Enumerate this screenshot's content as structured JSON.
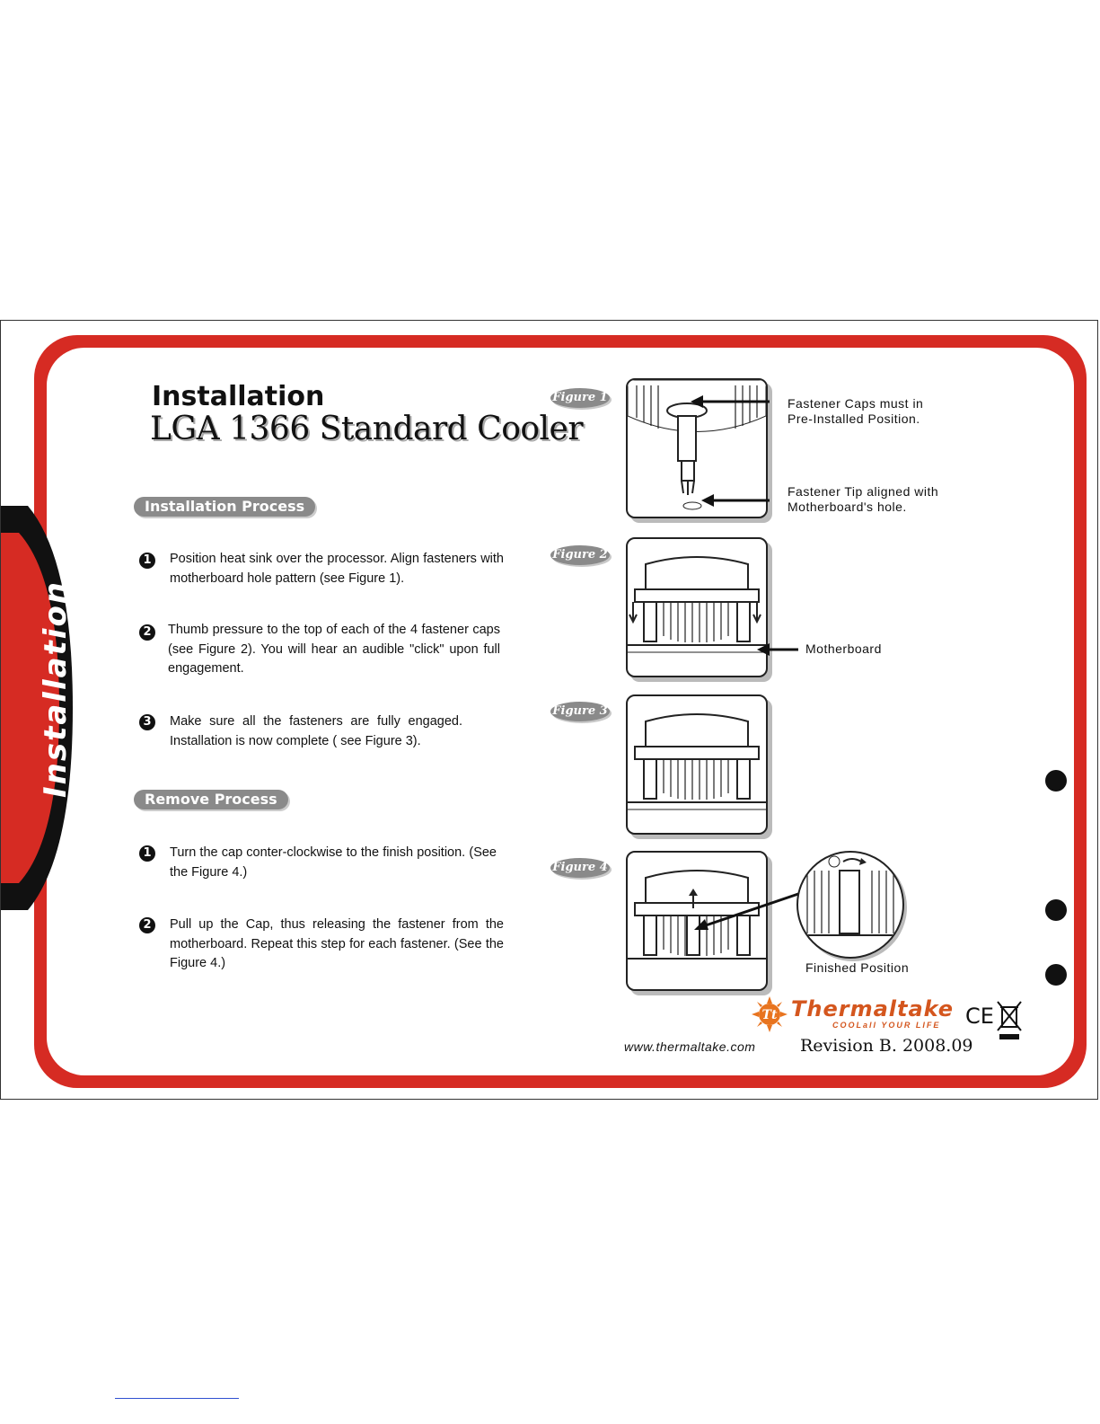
{
  "header": {
    "title": "Installation",
    "subtitle": "LGA 1366 Standard Cooler"
  },
  "side_tab": {
    "label": "Installation"
  },
  "installation_process": {
    "heading": "Installation Process",
    "steps": [
      {
        "number": "1",
        "text": "Position heat sink over the processor. Align fasteners with motherboard hole pattern (see Figure 1)."
      },
      {
        "number": "2",
        "text": "Thumb pressure to the top of each of the 4 fastener caps (see Figure 2). You will hear an audible \"click\" upon full engagement."
      },
      {
        "number": "3",
        "text": "Make sure all the fasteners are fully engaged. Installation is now complete ( see Figure 3)."
      }
    ]
  },
  "remove_process": {
    "heading": "Remove Process",
    "steps": [
      {
        "number": "1",
        "text": "Turn the cap conter-clockwise to the finish position. (See the Figure 4.)"
      },
      {
        "number": "2",
        "text": "Pull up the Cap, thus releasing the fastener from the motherboard. Repeat this step for each fastener. (See the Figure 4.)"
      }
    ]
  },
  "figures": {
    "fig1": {
      "label": "Figure 1",
      "callout_top": "Fastener Caps must in Pre-Installed Position.",
      "callout_bottom": "Fastener Tip aligned with Motherboard's hole."
    },
    "fig2": {
      "label": "Figure 2",
      "callout": "Motherboard"
    },
    "fig3": {
      "label": "Figure 3"
    },
    "fig4": {
      "label": "Figure 4",
      "callout": "Finished Position"
    }
  },
  "footer": {
    "brand": "Thermaltake",
    "tagline": "COOLall YOUR LIFE",
    "logo_mark": "Tt",
    "url": "www.thermaltake.com",
    "revision": "Revision B. 2008.09",
    "ce_mark": "CE"
  },
  "colors": {
    "frame_red": "#d62b23",
    "pill_gray": "#8a8a8a",
    "brand_orange": "#d4561e"
  },
  "icons": [
    "sun-logo-icon",
    "weee-bin-icon",
    "arrow-icon"
  ]
}
